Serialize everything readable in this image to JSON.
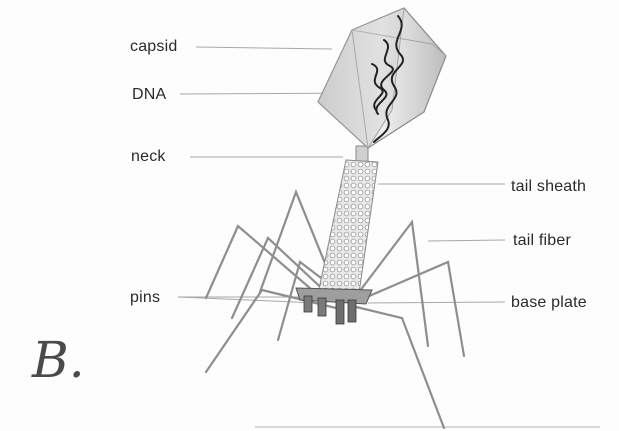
{
  "labels": {
    "capsid": "capsid",
    "dna": "DNA",
    "neck": "neck",
    "pins": "pins",
    "tail_sheath": "tail sheath",
    "tail_fiber": "tail fiber",
    "base_plate": "base plate"
  },
  "panel_letter": "B.",
  "colors": {
    "ink": "#2a2a2a",
    "leader_line": "#9a9a9a",
    "capsid_fill": "#dcdcdc",
    "dna_strand": "#222222",
    "sheath_fill": "#e6e6e6"
  }
}
